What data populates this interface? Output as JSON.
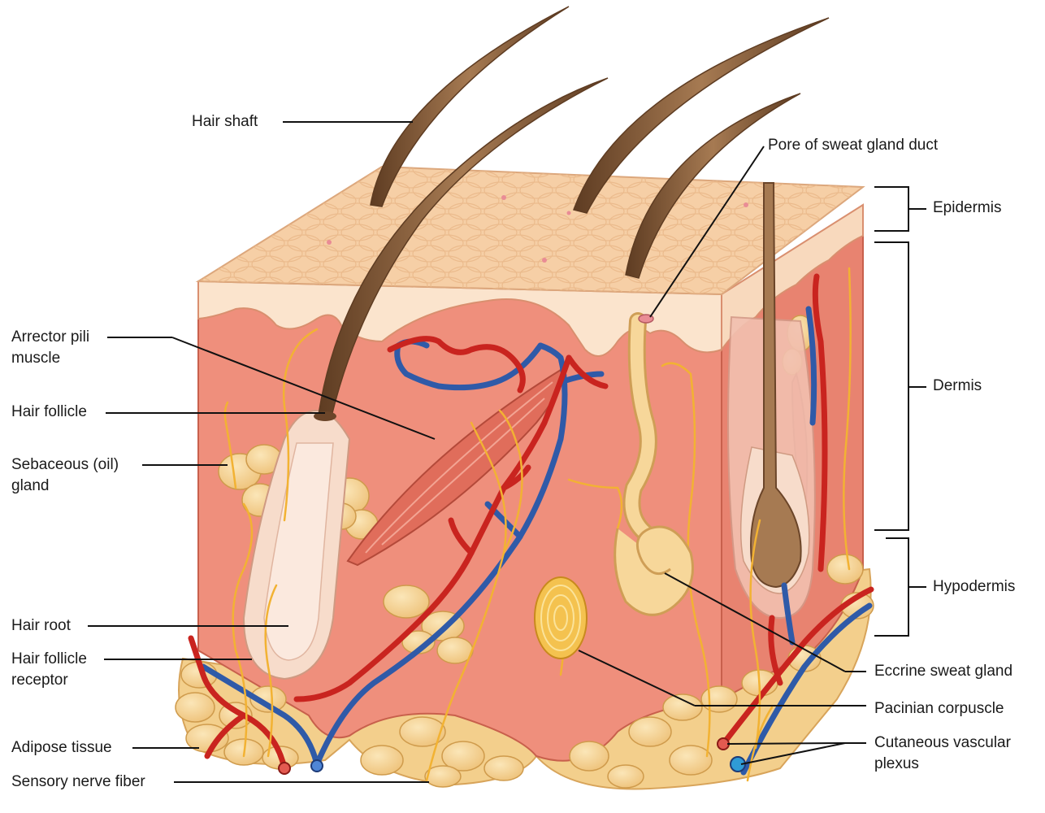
{
  "labels": {
    "hair_shaft": "Hair shaft",
    "pore": "Pore of sweat gland duct",
    "epidermis": "Epidermis",
    "dermis": "Dermis",
    "hypodermis": "Hypodermis",
    "arrector_line1": "Arrector pili",
    "arrector_line2": "muscle",
    "hair_follicle": "Hair follicle",
    "sebaceous_line1": "Sebaceous (oil)",
    "sebaceous_line2": "gland",
    "hair_root": "Hair root",
    "follicle_receptor_line1": "Hair follicle",
    "follicle_receptor_line2": "receptor",
    "adipose": "Adipose tissue",
    "sensory_nerve": "Sensory nerve fiber",
    "eccrine": "Eccrine sweat gland",
    "pacinian": "Pacinian corpuscle",
    "vascular_line1": "Cutaneous vascular",
    "vascular_line2": "plexus"
  },
  "colors": {
    "epidermis": "#f6cfa6",
    "dermis": "#ef8f7c",
    "dermis_side": "#e88370",
    "adipose": "#f7d79a",
    "artery": "#c9241f",
    "vein": "#2f5aa8",
    "nerve": "#f2b233",
    "hair": "#7b5234",
    "leader_line": "#111111"
  }
}
